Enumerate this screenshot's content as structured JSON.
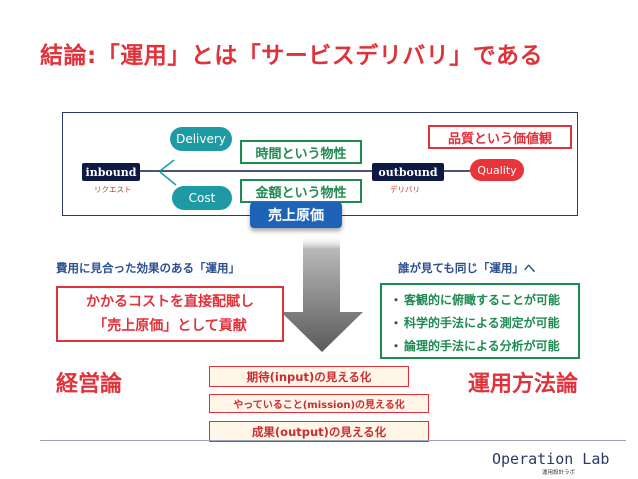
{
  "title": "結論:「運用」とは「サービスデリバリ」である",
  "diagram": {
    "inbound": "inbound",
    "inbound_sub": "リクエスト",
    "outbound": "outbound",
    "outbound_sub": "デリバリ",
    "delivery": "Delivery",
    "cost": "Cost",
    "quality": "Quality",
    "time_label": "時間という物性",
    "money_label": "金額という物性",
    "quality_label": "品質という価値観",
    "uriage": "売上原価"
  },
  "left": {
    "heading": "費用に見合った効果のある「運用」",
    "box_line1": "かかるコストを直接配賦し",
    "box_line2": "「売上原価」として貢献",
    "big_label": "経営論"
  },
  "right": {
    "heading": "誰が見ても同じ「運用」へ",
    "bullets": [
      "客観的に俯瞰することが可能",
      "科学的手法による測定が可能",
      "論理的手法による分析が可能"
    ],
    "big_label": "運用方法論"
  },
  "center_boxes": [
    "期待(input)の見える化",
    "やっていること(mission)の見える化",
    "成果(output)の見える化"
  ],
  "brand": {
    "name": "Operation Lab",
    "sub": "運用設計ラボ"
  },
  "colors": {
    "title_red": "#e0323b",
    "navy": "#0e1a44",
    "teal": "#1e9aa4",
    "green": "#1f8a52",
    "blue": "#1e63b8"
  }
}
